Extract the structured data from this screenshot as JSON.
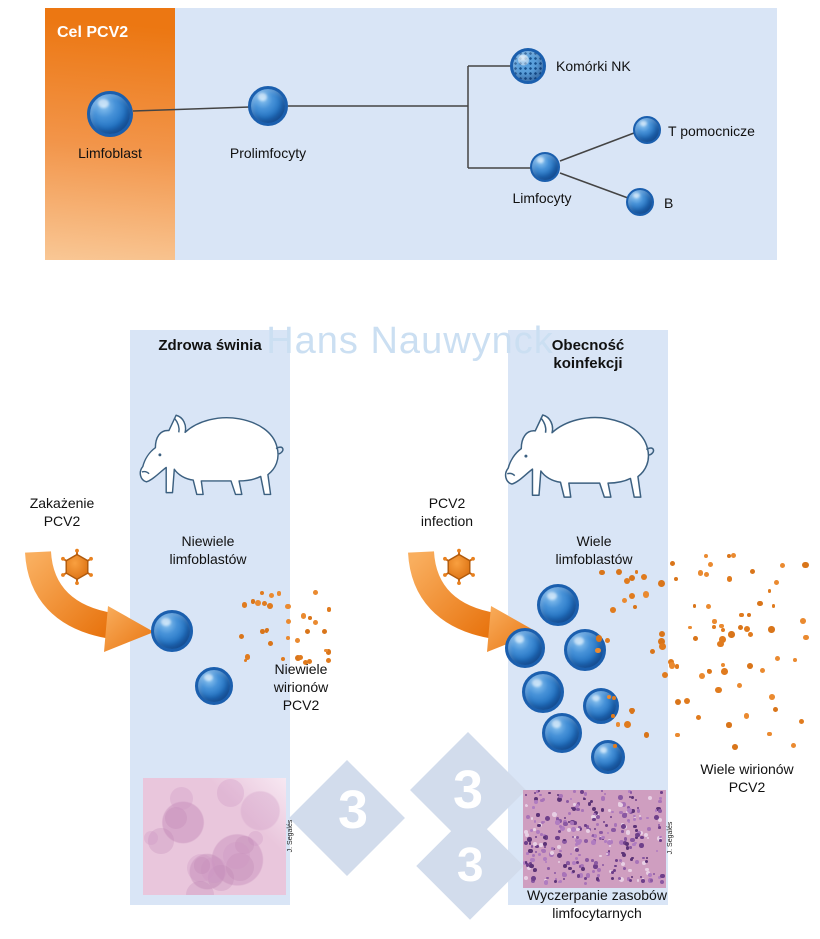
{
  "watermark": {
    "name": "Hans Nauwynck",
    "badge_digit": "3"
  },
  "top_panel": {
    "title": "Cel PCV2",
    "labels": {
      "limfoblast": "Limfoblast",
      "prolimfocyty": "Prolimfocyty",
      "komorki_nk": "Komórki NK",
      "limfocyty": "Limfocyty",
      "t_pomocnicze": "T pomocnicze",
      "b": "B"
    }
  },
  "healthy_panel": {
    "title": "Zdrowa świnia",
    "infection": [
      "Zakażenie",
      "PCV2"
    ],
    "lymphoblasts": [
      "Niewiele",
      "limfoblastów"
    ],
    "virions": [
      "Niewiele",
      "wirionów",
      "PCV2"
    ],
    "credit": "J. Segalés"
  },
  "coinfection_panel": {
    "title": [
      "Obecność",
      "koinfekcji"
    ],
    "infection": [
      "PCV2",
      "infection"
    ],
    "lymphoblasts": [
      "Wiele",
      "limfoblastów"
    ],
    "virions": [
      "Wiele wirionów",
      "PCV2"
    ],
    "credit": "J. Segalés",
    "caption": [
      "Wyczerpanie zasobów",
      "limfocytarnych"
    ]
  }
}
